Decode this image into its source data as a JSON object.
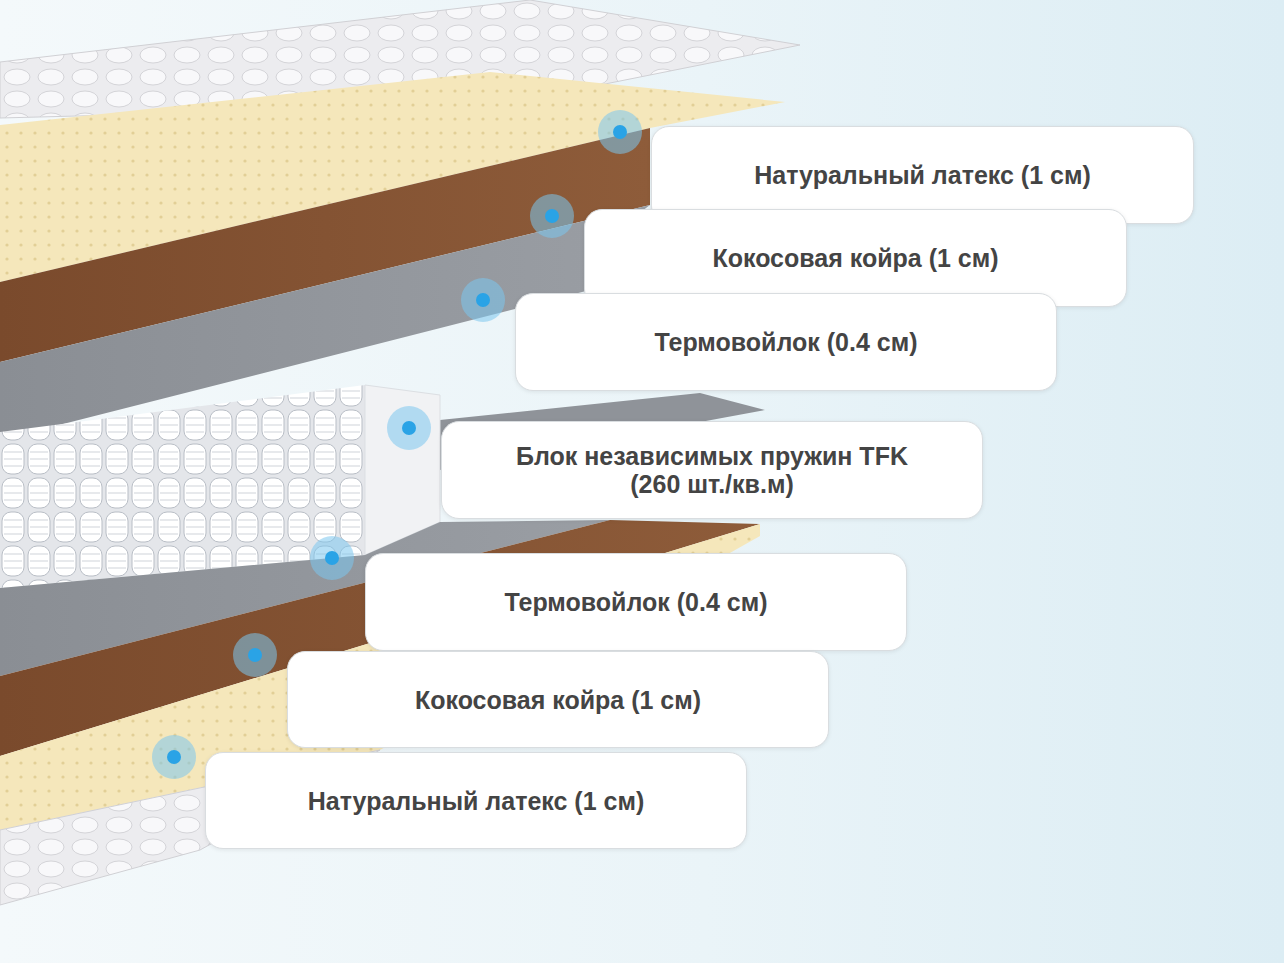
{
  "diagram": {
    "nodes": [
      {
        "text": [
          "Натуральный латекс (1 см)"
        ]
      },
      {
        "text": [
          "Кокосовая койра (1 см)"
        ]
      },
      {
        "text": [
          "Термовойлок (0.4 см)"
        ]
      },
      {
        "text": [
          "Блок независимых пружин TFK (260 шт./кв.м)"
        ]
      },
      {
        "text": [
          "Термовойлок (0.4 см)"
        ]
      },
      {
        "text": [
          "Кокосовая койра (1 см)"
        ]
      },
      {
        "text": [
          "Натуральный латекс (1 см)"
        ]
      }
    ]
  }
}
